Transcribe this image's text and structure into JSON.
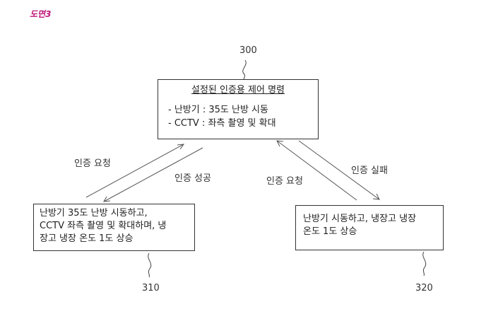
{
  "figure_label": "도면3",
  "nodes": {
    "top": {
      "ref": "300",
      "title": "설정된 인증용 제어 명령",
      "items": [
        "- 난방기 : 35도 난방 시동",
        "- CCTV : 좌측 촬영 및 확대"
      ]
    },
    "left": {
      "ref": "310",
      "lines": [
        "난방기 35도 난방 시동하고,",
        "CCTV 좌측 촬영 및 확대하며, 냉",
        "장고 냉장 온도 1도 상승"
      ]
    },
    "right": {
      "ref": "320",
      "lines": [
        "난방기 시동하고, 냉장고 냉장",
        "온도 1도 상승"
      ]
    }
  },
  "edges": {
    "left_up": "인증 요청",
    "left_down": "인증 성공",
    "right_up": "인증 요청",
    "right_down": "인증 실패"
  }
}
